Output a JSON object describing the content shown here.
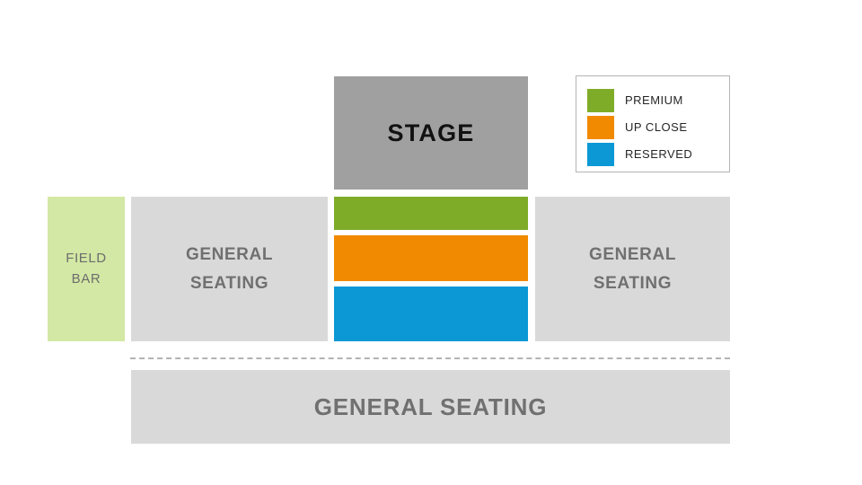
{
  "diagram": {
    "type": "venue-seating-map",
    "stage": {
      "label": "STAGE",
      "color": "#a0a0a0"
    },
    "field_bar": {
      "label_line1": "FIELD",
      "label_line2": "BAR",
      "color": "#d3e8a4"
    },
    "general_seating_left": {
      "label_line1": "GENERAL",
      "label_line2": "SEATING",
      "color": "#d9d9d9"
    },
    "general_seating_right": {
      "label_line1": "GENERAL",
      "label_line2": "SEATING",
      "color": "#d9d9d9"
    },
    "general_seating_bottom": {
      "label": "GENERAL SEATING",
      "color": "#d9d9d9"
    },
    "tiers": [
      {
        "name": "premium",
        "color": "#7fac28"
      },
      {
        "name": "up-close",
        "color": "#f18a00"
      },
      {
        "name": "reserved",
        "color": "#0b98d5"
      }
    ]
  },
  "legend": {
    "items": [
      {
        "label": "PREMIUM",
        "color": "#7fac28"
      },
      {
        "label": "UP CLOSE",
        "color": "#f18a00"
      },
      {
        "label": "RESERVED",
        "color": "#0b98d5"
      }
    ]
  }
}
